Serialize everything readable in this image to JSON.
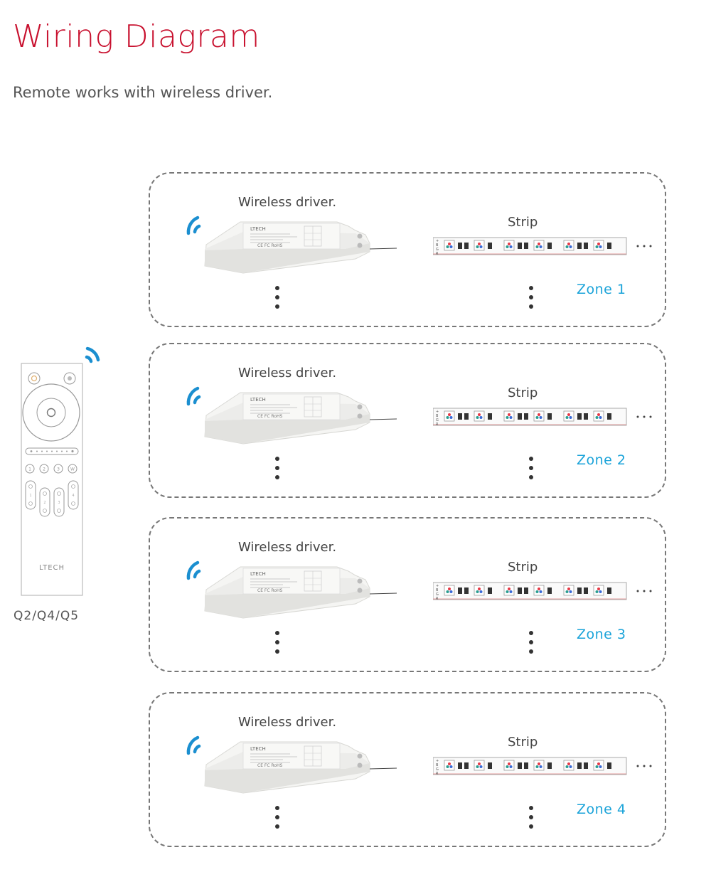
{
  "header": {
    "title": "Wiring Diagram",
    "subtitle": "Remote works with wireless driver."
  },
  "remote": {
    "model": "Q2/Q4/Q5",
    "brand": "LTECH",
    "icons": [
      "wifi-signal-icon",
      "power-icon",
      "brightness-icon",
      "touch-wheel-icon"
    ],
    "channel_buttons": [
      "①",
      "②",
      "③",
      "W"
    ]
  },
  "zones": [
    {
      "driver_label": "Wireless driver.",
      "strip_label": "Strip",
      "zone_label": "Zone 1"
    },
    {
      "driver_label": "Wireless driver.",
      "strip_label": "Strip",
      "zone_label": "Zone 2"
    },
    {
      "driver_label": "Wireless driver.",
      "strip_label": "Strip",
      "zone_label": "Zone 3"
    },
    {
      "driver_label": "Wireless driver.",
      "strip_label": "Strip",
      "zone_label": "Zone 4"
    }
  ],
  "driver": {
    "brand": "LTECH",
    "marks": "CE FC RoHS"
  },
  "strip": {
    "pins": [
      "+",
      "B",
      "G",
      "R"
    ],
    "continuation": "···"
  },
  "colors": {
    "title_red": "#c8102e",
    "zone_blue": "#1aa3d9",
    "wifi_blue": "#1b8fd0"
  }
}
